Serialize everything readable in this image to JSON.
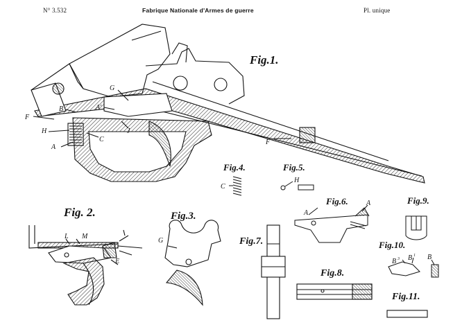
{
  "header": {
    "patent_number": "N° 3.532",
    "title": "Fabrique Nationale d'Armes de guerre",
    "plate": "Pl. unique"
  },
  "figures": {
    "fig1": "Fig.1.",
    "fig2": "Fig. 2.",
    "fig3": "Fig.3.",
    "fig4": "Fig.4.",
    "fig5": "Fig.5.",
    "fig6": "Fig.6.",
    "fig7": "Fig.7.",
    "fig8": "Fig.8.",
    "fig9": "Fig.9.",
    "fig10": "Fig.10.",
    "fig11": "Fig.11."
  },
  "labels": {
    "fig1": {
      "G": "G",
      "A1": "A'",
      "B": "B",
      "F": "F",
      "H": "H",
      "C": "C",
      "J": "J",
      "A": "A",
      "F2": "F"
    },
    "fig2": {
      "L": "L",
      "M": "M",
      "E": "E"
    },
    "fig3": {
      "G": "G"
    },
    "fig4": {
      "C": "C"
    },
    "fig5": {
      "H": "H"
    },
    "fig6": {
      "A": "A",
      "A2": "A"
    },
    "fig10": {
      "B3": "B",
      "B3sup": "3",
      "B1": "B",
      "B1sup": "1",
      "B": "B"
    }
  }
}
